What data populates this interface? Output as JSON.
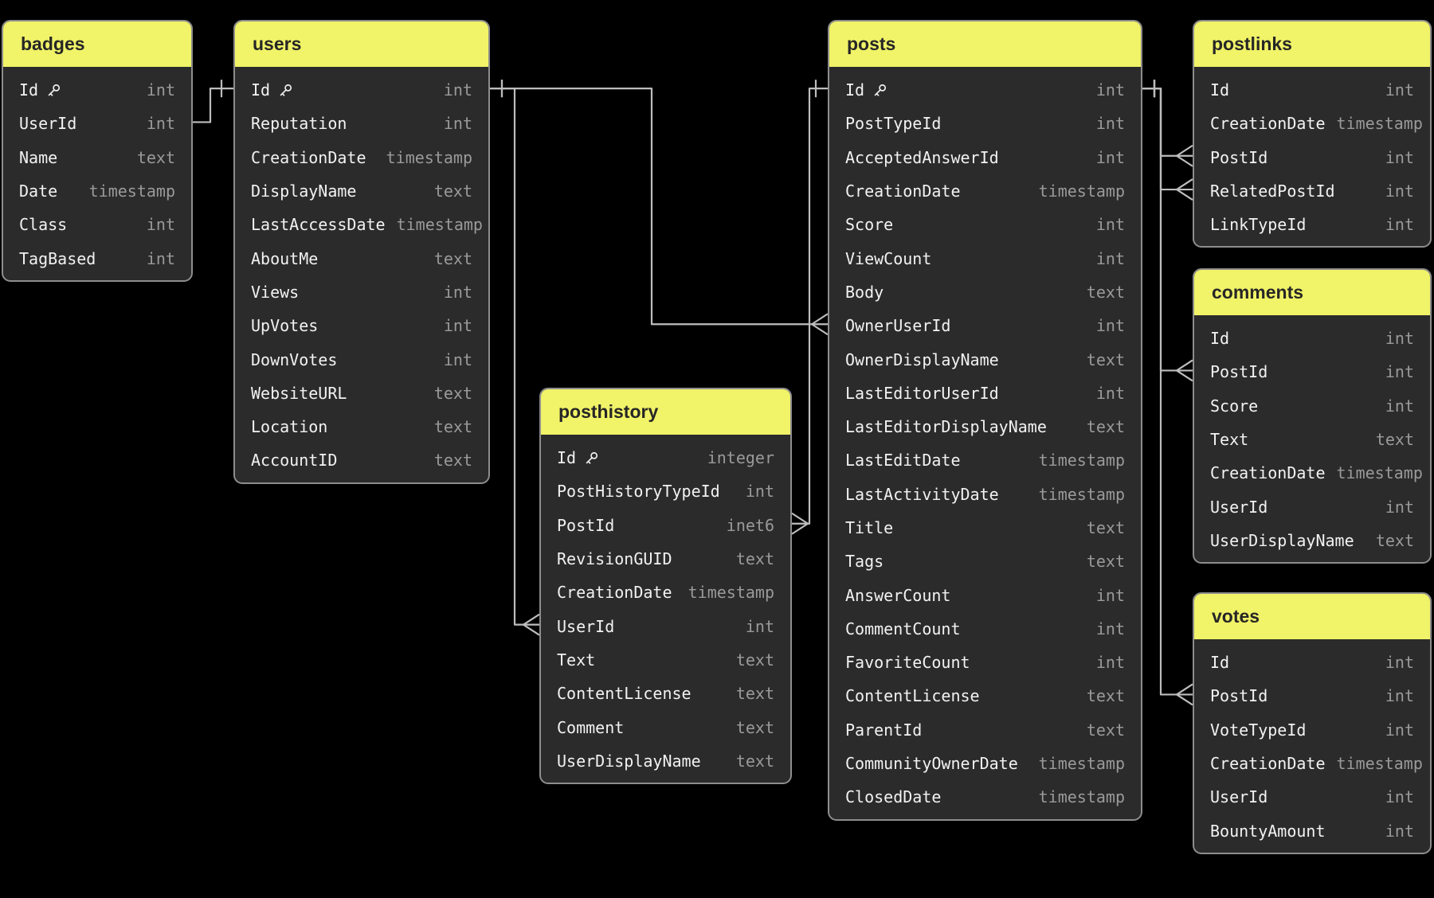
{
  "diagram": {
    "background_color": "#000000",
    "header_color": "#f1f368",
    "body_color": "#2b2b2b",
    "line_color": "#bdbdbd",
    "field_text_color": "#f2f2f2",
    "type_text_color": "#9a9a9a",
    "title_text_color": "#262626",
    "icons": {
      "primary_key": "key-icon"
    }
  },
  "tables": [
    {
      "name": "badges",
      "fields": [
        {
          "name": "Id",
          "type": "int",
          "key": true
        },
        {
          "name": "UserId",
          "type": "int"
        },
        {
          "name": "Name",
          "type": "text"
        },
        {
          "name": "Date",
          "type": "timestamp"
        },
        {
          "name": "Class",
          "type": "int"
        },
        {
          "name": "TagBased",
          "type": "int"
        }
      ]
    },
    {
      "name": "users",
      "fields": [
        {
          "name": "Id",
          "type": "int",
          "key": true
        },
        {
          "name": "Reputation",
          "type": "int"
        },
        {
          "name": "CreationDate",
          "type": "timestamp"
        },
        {
          "name": "DisplayName",
          "type": "text"
        },
        {
          "name": "LastAccessDate",
          "type": "timestamp"
        },
        {
          "name": "AboutMe",
          "type": "text"
        },
        {
          "name": "Views",
          "type": "int"
        },
        {
          "name": "UpVotes",
          "type": "int"
        },
        {
          "name": "DownVotes",
          "type": "int"
        },
        {
          "name": "WebsiteURL",
          "type": "text"
        },
        {
          "name": "Location",
          "type": "text"
        },
        {
          "name": "AccountID",
          "type": "text"
        }
      ]
    },
    {
      "name": "posthistory",
      "fields": [
        {
          "name": "Id",
          "type": "integer",
          "key": true
        },
        {
          "name": "PostHistoryTypeId",
          "type": "int"
        },
        {
          "name": "PostId",
          "type": "inet6"
        },
        {
          "name": "RevisionGUID",
          "type": "text"
        },
        {
          "name": "CreationDate",
          "type": "timestamp"
        },
        {
          "name": "UserId",
          "type": "int"
        },
        {
          "name": "Text",
          "type": "text"
        },
        {
          "name": "ContentLicense",
          "type": "text"
        },
        {
          "name": "Comment",
          "type": "text"
        },
        {
          "name": "UserDisplayName",
          "type": "text"
        }
      ]
    },
    {
      "name": "posts",
      "fields": [
        {
          "name": "Id",
          "type": "int",
          "key": true
        },
        {
          "name": "PostTypeId",
          "type": "int"
        },
        {
          "name": "AcceptedAnswerId",
          "type": "int"
        },
        {
          "name": "CreationDate",
          "type": "timestamp"
        },
        {
          "name": "Score",
          "type": "int"
        },
        {
          "name": "ViewCount",
          "type": "int"
        },
        {
          "name": "Body",
          "type": "text"
        },
        {
          "name": "OwnerUserId",
          "type": "int"
        },
        {
          "name": "OwnerDisplayName",
          "type": "text"
        },
        {
          "name": "LastEditorUserId",
          "type": "int"
        },
        {
          "name": "LastEditorDisplayName",
          "type": "text"
        },
        {
          "name": "LastEditDate",
          "type": "timestamp"
        },
        {
          "name": "LastActivityDate",
          "type": "timestamp"
        },
        {
          "name": "Title",
          "type": "text"
        },
        {
          "name": "Tags",
          "type": "text"
        },
        {
          "name": "AnswerCount",
          "type": "int"
        },
        {
          "name": "CommentCount",
          "type": "int"
        },
        {
          "name": "FavoriteCount",
          "type": "int"
        },
        {
          "name": "ContentLicense",
          "type": "text"
        },
        {
          "name": "ParentId",
          "type": "text"
        },
        {
          "name": "CommunityOwnerDate",
          "type": "timestamp"
        },
        {
          "name": "ClosedDate",
          "type": "timestamp"
        }
      ]
    },
    {
      "name": "postlinks",
      "fields": [
        {
          "name": "Id",
          "type": "int"
        },
        {
          "name": "CreationDate",
          "type": "timestamp"
        },
        {
          "name": "PostId",
          "type": "int"
        },
        {
          "name": "RelatedPostId",
          "type": "int"
        },
        {
          "name": "LinkTypeId",
          "type": "int"
        }
      ]
    },
    {
      "name": "comments",
      "fields": [
        {
          "name": "Id",
          "type": "int"
        },
        {
          "name": "PostId",
          "type": "int"
        },
        {
          "name": "Score",
          "type": "int"
        },
        {
          "name": "Text",
          "type": "text"
        },
        {
          "name": "CreationDate",
          "type": "timestamp"
        },
        {
          "name": "UserId",
          "type": "int"
        },
        {
          "name": "UserDisplayName",
          "type": "text"
        }
      ]
    },
    {
      "name": "votes",
      "fields": [
        {
          "name": "Id",
          "type": "int"
        },
        {
          "name": "PostId",
          "type": "int"
        },
        {
          "name": "VoteTypeId",
          "type": "int"
        },
        {
          "name": "CreationDate",
          "type": "timestamp"
        },
        {
          "name": "UserId",
          "type": "int"
        },
        {
          "name": "BountyAmount",
          "type": "int"
        }
      ]
    }
  ],
  "relationships": [
    {
      "from": {
        "table": "badges",
        "field": "UserId",
        "marker": "none"
      },
      "to": {
        "table": "users",
        "field": "Id",
        "marker": "one"
      }
    },
    {
      "from": {
        "table": "users",
        "field": "Id",
        "marker": "one"
      },
      "to": {
        "table": "posthistory",
        "field": "UserId",
        "marker": "many"
      }
    },
    {
      "from": {
        "table": "users",
        "field": "Id",
        "marker": "one"
      },
      "to": {
        "table": "posts",
        "field": "OwnerUserId",
        "marker": "many"
      }
    },
    {
      "from": {
        "table": "posts",
        "field": "Id",
        "marker": "one"
      },
      "to": {
        "table": "posthistory",
        "field": "PostId",
        "marker": "many"
      }
    },
    {
      "from": {
        "table": "posts",
        "field": "Id",
        "marker": "one"
      },
      "to": {
        "table": "postlinks",
        "field": "PostId",
        "marker": "many"
      }
    },
    {
      "from": {
        "table": "posts",
        "field": "Id",
        "marker": "one"
      },
      "to": {
        "table": "postlinks",
        "field": "RelatedPostId",
        "marker": "many"
      }
    },
    {
      "from": {
        "table": "posts",
        "field": "Id",
        "marker": "one"
      },
      "to": {
        "table": "comments",
        "field": "PostId",
        "marker": "many"
      }
    },
    {
      "from": {
        "table": "posts",
        "field": "Id",
        "marker": "one"
      },
      "to": {
        "table": "votes",
        "field": "PostId",
        "marker": "many"
      }
    }
  ]
}
